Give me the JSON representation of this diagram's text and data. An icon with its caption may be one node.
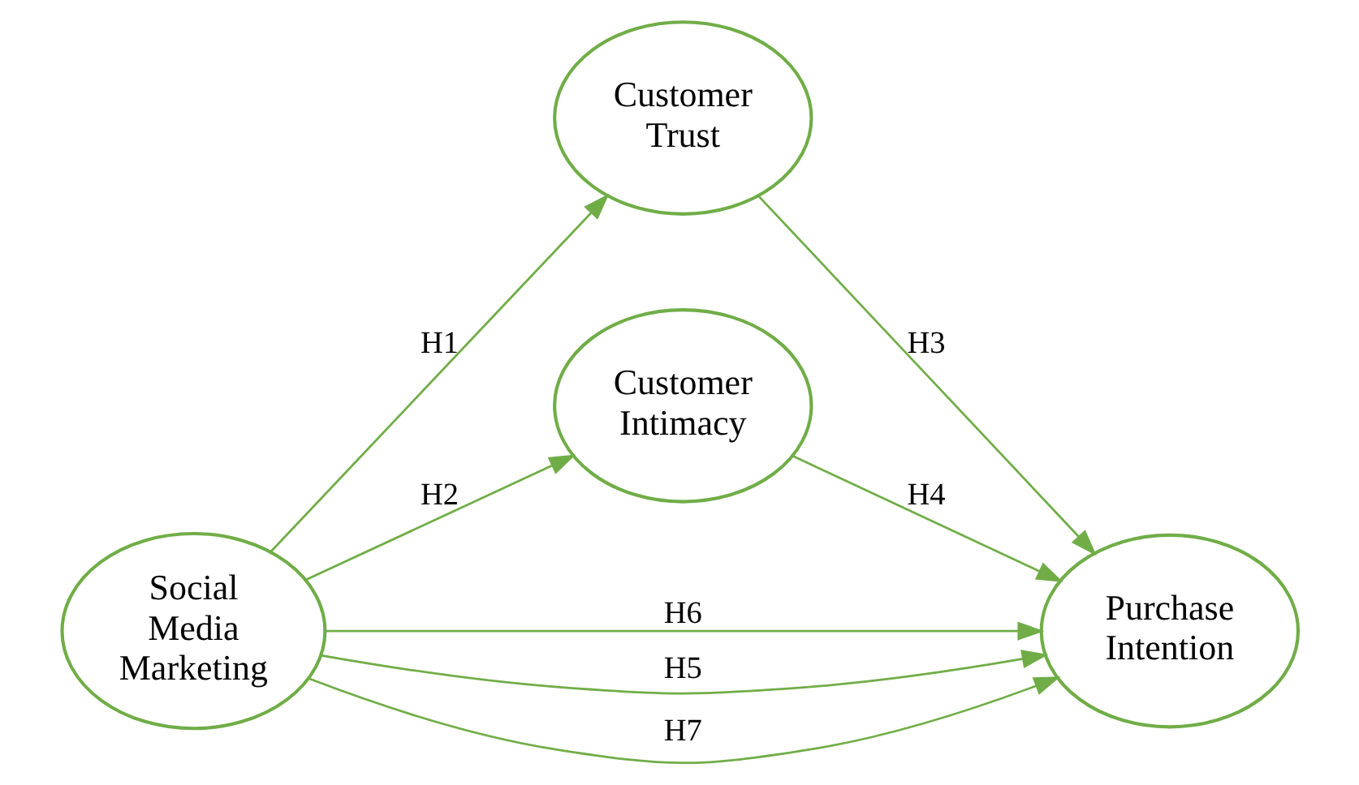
{
  "diagram": {
    "nodes": [
      {
        "text": [
          "Social Media Marketing"
        ]
      },
      {
        "text": [
          "Customer Trust"
        ]
      },
      {
        "text": [
          "Customer Intimacy"
        ]
      },
      {
        "text": [
          "Purchase Intention"
        ]
      }
    ],
    "edges": [
      {
        "from": 0,
        "to": 3,
        "arrow": "to",
        "label": "H6"
      },
      {
        "from": 0,
        "to": 1,
        "arrow": "to",
        "label": "H1"
      },
      {
        "from": 1,
        "to": 3,
        "arrow": "to",
        "label": "H3"
      },
      {
        "from": 0,
        "to": 3,
        "arrow": "to",
        "label": "H5"
      },
      {
        "from": 0,
        "to": 2,
        "arrow": "to",
        "label": "H2"
      },
      {
        "from": 2,
        "to": 3,
        "arrow": "to",
        "label": "H4"
      },
      {
        "from": 0,
        "to": 3,
        "arrow": "to",
        "label": "H7"
      }
    ]
  }
}
